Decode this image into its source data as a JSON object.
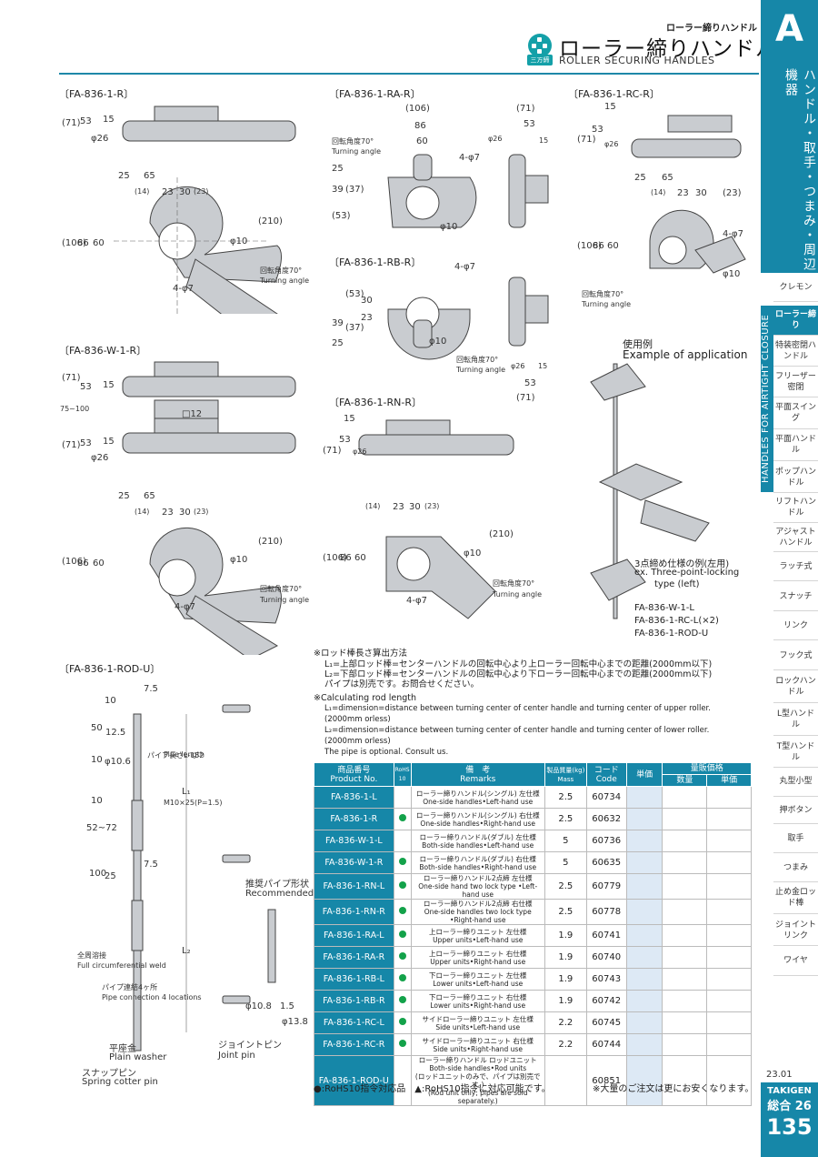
{
  "header": {
    "small": "ローラー締りハンドル",
    "title": "ローラー締りハンドル",
    "subtitle": "ROLLER SECURING HANDLES",
    "logo_text": "三方締"
  },
  "side": {
    "letter": "A",
    "band": "ハンドル・取手・つまみ・周辺機器",
    "vertical": "HANDLES FOR AIRTIGHT CLOSURE",
    "nav": [
      "クレモン",
      "ローラー締り",
      "特装密閉ハンドル",
      "フリーザー密閉",
      "平面スイング",
      "平面ハンドル",
      "ポップハンドル",
      "リフトハンドル",
      "アジャストハンドル",
      "ラッチ式",
      "スナッチ",
      "リンク",
      "フック式",
      "ロックハンドル",
      "L型ハンドル",
      "T型ハンドル",
      "丸型小型",
      "押ボタン",
      "取手",
      "つまみ",
      "止め金ロッド棒",
      "ジョイントリンク",
      "ワイヤ"
    ],
    "date": "23.01",
    "brand": "TAKIGEN",
    "edition": "総合 26",
    "page": "135"
  },
  "labels": {
    "r": "〔FA-836-1-R〕",
    "ra": "〔FA-836-1-RA-R〕",
    "rc": "〔FA-836-1-RC-R〕",
    "w": "〔FA-836-W-1-R〕",
    "rb": "〔FA-836-1-RB-R〕",
    "rn": "〔FA-836-1-RN-R〕",
    "rod": "〔FA-836-1-ROD-U〕"
  },
  "dims": {
    "d71": "(71)",
    "d53": "53",
    "d15": "15",
    "d26": "φ26",
    "d25": "25",
    "d65": "65",
    "d14": "(14)",
    "d23": "23",
    "d30": "30",
    "d23p": "(23)",
    "d210": "(210)",
    "d106": "(106)",
    "d86": "86",
    "d60": "60",
    "d10": "φ10",
    "d47": "4-φ7",
    "rot": "回転角度70°",
    "turn": "Turning angle",
    "d39": "39",
    "d37": "(37)",
    "d53p": "(53)",
    "d5_15": "15",
    "d12": "□12",
    "d75": "75~100",
    "d106t": "(106)",
    "d71t": "(71)",
    "d75_rod": "7.5",
    "d10r": "10",
    "d50": "50",
    "d125": "12.5",
    "d106r": "φ10.6",
    "d10b": "10",
    "d5272": "52~72",
    "d100": "100",
    "d25r": "25",
    "l1": "L₁",
    "l2": "L₂",
    "pipe": "パイプ長さL-152",
    "pipe_en": "Pipe length",
    "m10": "M10×25(P=1.5)",
    "weld": "全周溶接",
    "weld_en": "Full circumferential weld",
    "conn": "パイプ連結4ヶ所",
    "conn_en": "Pipe connection 4 locations",
    "washer": "平座金",
    "washer_en": "Plain washer",
    "cotter": "スナップピン",
    "cotter_en": "Spring cotter pin",
    "joint": "ジョイントピン",
    "joint_en": "Joint pin",
    "rec": "推奨パイプ形状",
    "rec_en": "Recommended pipe form.",
    "d108": "φ10.8",
    "d15b": "1.5",
    "d138": "φ13.8"
  },
  "example": {
    "title_jp": "使用例",
    "title_en": "Example of application",
    "l1": "3点締め仕様の例(左用)",
    "l2": "ex. Three-point-locking",
    "l3": "type (left)",
    "l4": "FA-836-W-1-L",
    "l5": "FA-836-1-RC-L(×2)",
    "l6": "FA-836-1-ROD-U"
  },
  "notes": {
    "n1": "※ロッド棒長さ算出方法",
    "n2": "L₁=上部ロッド棒=センターハンドルの回転中心より上ローラー回転中心までの距離(2000mm以下)",
    "n3": "L₂=下部ロッド棒=センターハンドルの回転中心より下ローラー回転中心までの距離(2000mm以下)",
    "n4": "パイプは別売です。お問合せください。",
    "n5": "※Calculating rod length",
    "n6": "L₁=dimension=distance between turning center of center handle and turning center of upper roller.",
    "n7": "(2000mm orless)",
    "n8": "L₂=dimension=distance between turning center of center handle and turning center of lower roller.",
    "n9": "(2000mm orless)",
    "n10": "The pipe is optional. Consult us."
  },
  "table": {
    "h_code": "商品番号",
    "h_code_en": "Product No.",
    "h_rohs": "RoHS",
    "h_rohs2": "10",
    "h_rem": "備　考",
    "h_rem_en": "Remarks",
    "h_mass": "製品質量(kg)",
    "h_mass_en": "Mass",
    "h_cd": "コード",
    "h_cd_en": "Code",
    "h_price": "単価",
    "h_vol": "量販価格",
    "h_qty": "数量",
    "h_unit": "単価",
    "rows": [
      {
        "code": "FA-836-1-L",
        "rohs": "",
        "r1": "ローラー締りハンドル(シングル) 左仕様",
        "r2": "One-side handles•Left-hand use",
        "mass": "2.5",
        "cd": "60734"
      },
      {
        "code": "FA-836-1-R",
        "rohs": "●",
        "r1": "ローラー締りハンドル(シングル) 右仕様",
        "r2": "One-side handles•Right-hand use",
        "mass": "2.5",
        "cd": "60632"
      },
      {
        "code": "FA-836-W-1-L",
        "rohs": "",
        "r1": "ローラー締りハンドル(ダブル) 左仕様",
        "r2": "Both-side handles•Left-hand use",
        "mass": "5",
        "cd": "60736"
      },
      {
        "code": "FA-836-W-1-R",
        "rohs": "●",
        "r1": "ローラー締りハンドル(ダブル) 右仕様",
        "r2": "Both-side handles•Right-hand use",
        "mass": "5",
        "cd": "60635"
      },
      {
        "code": "FA-836-1-RN-L",
        "rohs": "●",
        "r1": "ローラー締りハンドル2点締 左仕様",
        "r2": "One-side hand two lock type •Left-hand use",
        "mass": "2.5",
        "cd": "60779"
      },
      {
        "code": "FA-836-1-RN-R",
        "rohs": "●",
        "r1": "ローラー締りハンドル2点締 右仕様",
        "r2": "One-side handles two lock type •Right-hand use",
        "mass": "2.5",
        "cd": "60778"
      },
      {
        "code": "FA-836-1-RA-L",
        "rohs": "●",
        "r1": "上ローラー締りユニット 左仕様",
        "r2": "Upper units•Left-hand use",
        "mass": "1.9",
        "cd": "60741"
      },
      {
        "code": "FA-836-1-RA-R",
        "rohs": "●",
        "r1": "上ローラー締りユニット 右仕様",
        "r2": "Upper units•Right-hand use",
        "mass": "1.9",
        "cd": "60740"
      },
      {
        "code": "FA-836-1-RB-L",
        "rohs": "●",
        "r1": "下ローラー締りユニット 左仕様",
        "r2": "Lower units•Left-hand use",
        "mass": "1.9",
        "cd": "60743"
      },
      {
        "code": "FA-836-1-RB-R",
        "rohs": "●",
        "r1": "下ローラー締りユニット 右仕様",
        "r2": "Lower units•Right-hand use",
        "mass": "1.9",
        "cd": "60742"
      },
      {
        "code": "FA-836-1-RC-L",
        "rohs": "●",
        "r1": "サイドローラー締りユニット 左仕様",
        "r2": "Side units•Left-hand use",
        "mass": "2.2",
        "cd": "60745"
      },
      {
        "code": "FA-836-1-RC-R",
        "rohs": "●",
        "r1": "サイドローラー締りユニット 右仕様",
        "r2": "Side units•Right-hand use",
        "mass": "2.2",
        "cd": "60744"
      },
      {
        "code": "FA-836-1-ROD-U",
        "rohs": "",
        "r1": "ローラー締りハンドル ロッドユニット",
        "r2": "Both-side handles•Rod units",
        "r3": "(ロッドユニットのみで、パイプは別売です。)",
        "r4": "(Rod unit only; pipes are sold separately.)",
        "mass": "",
        "cd": "60851"
      }
    ]
  },
  "footer": {
    "legend": "●:RoHS10指令対応品　▲:RoHS10指令に対応可能です。",
    "bulk": "※大量のご注文は更にお安くなります。"
  },
  "colors": {
    "accent": "#1687a8",
    "green": "#13a24a",
    "cell": "#dde9f5"
  }
}
